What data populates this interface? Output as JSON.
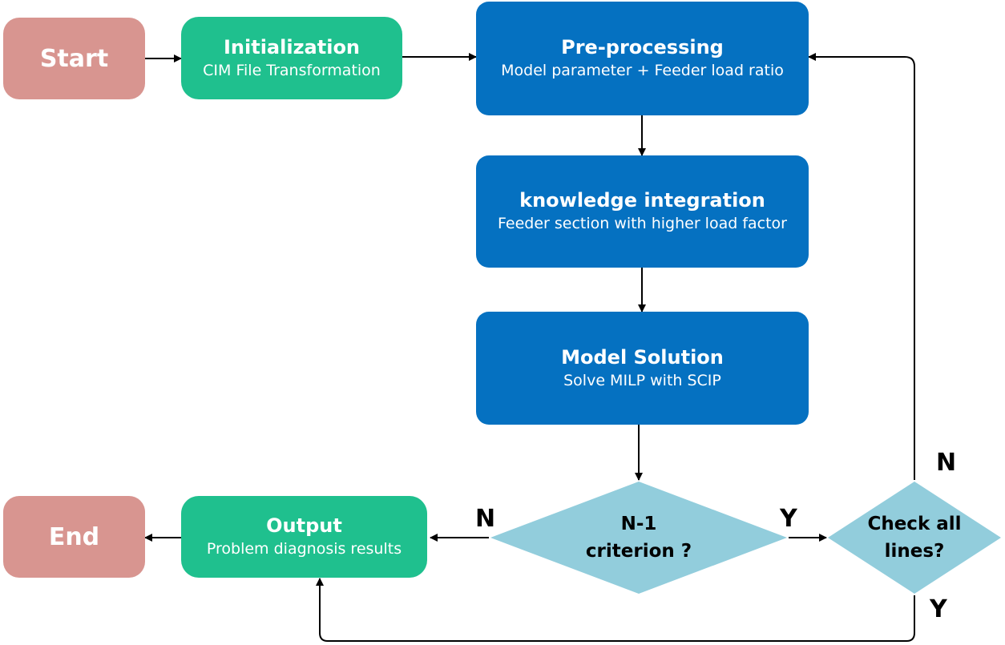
{
  "nodes": {
    "start": {
      "label": "Start"
    },
    "initialization": {
      "title": "Initialization",
      "subtitle": "CIM File Transformation"
    },
    "preprocessing": {
      "title": "Pre-processing",
      "subtitle": "Model parameter + Feeder load ratio"
    },
    "knowledge": {
      "title": "knowledge integration",
      "subtitle": "Feeder section with higher load factor"
    },
    "model_solution": {
      "title": "Model Solution",
      "subtitle": "Solve MILP with SCIP"
    },
    "n1_criterion": {
      "line1": "N-1",
      "line2": "criterion ?"
    },
    "check_lines": {
      "line1": "Check all",
      "line2": "lines?"
    },
    "output": {
      "title": "Output",
      "subtitle": "Problem diagnosis results"
    },
    "end": {
      "label": "End"
    }
  },
  "edge_labels": {
    "n1_no": "N",
    "n1_yes": "Y",
    "check_no": "N",
    "check_yes": "Y"
  },
  "colors": {
    "terminal": "#d89590",
    "process_green": "#1fc08e",
    "process_blue": "#0571c1",
    "decision": "#92cddc",
    "arrow": "#000000"
  }
}
